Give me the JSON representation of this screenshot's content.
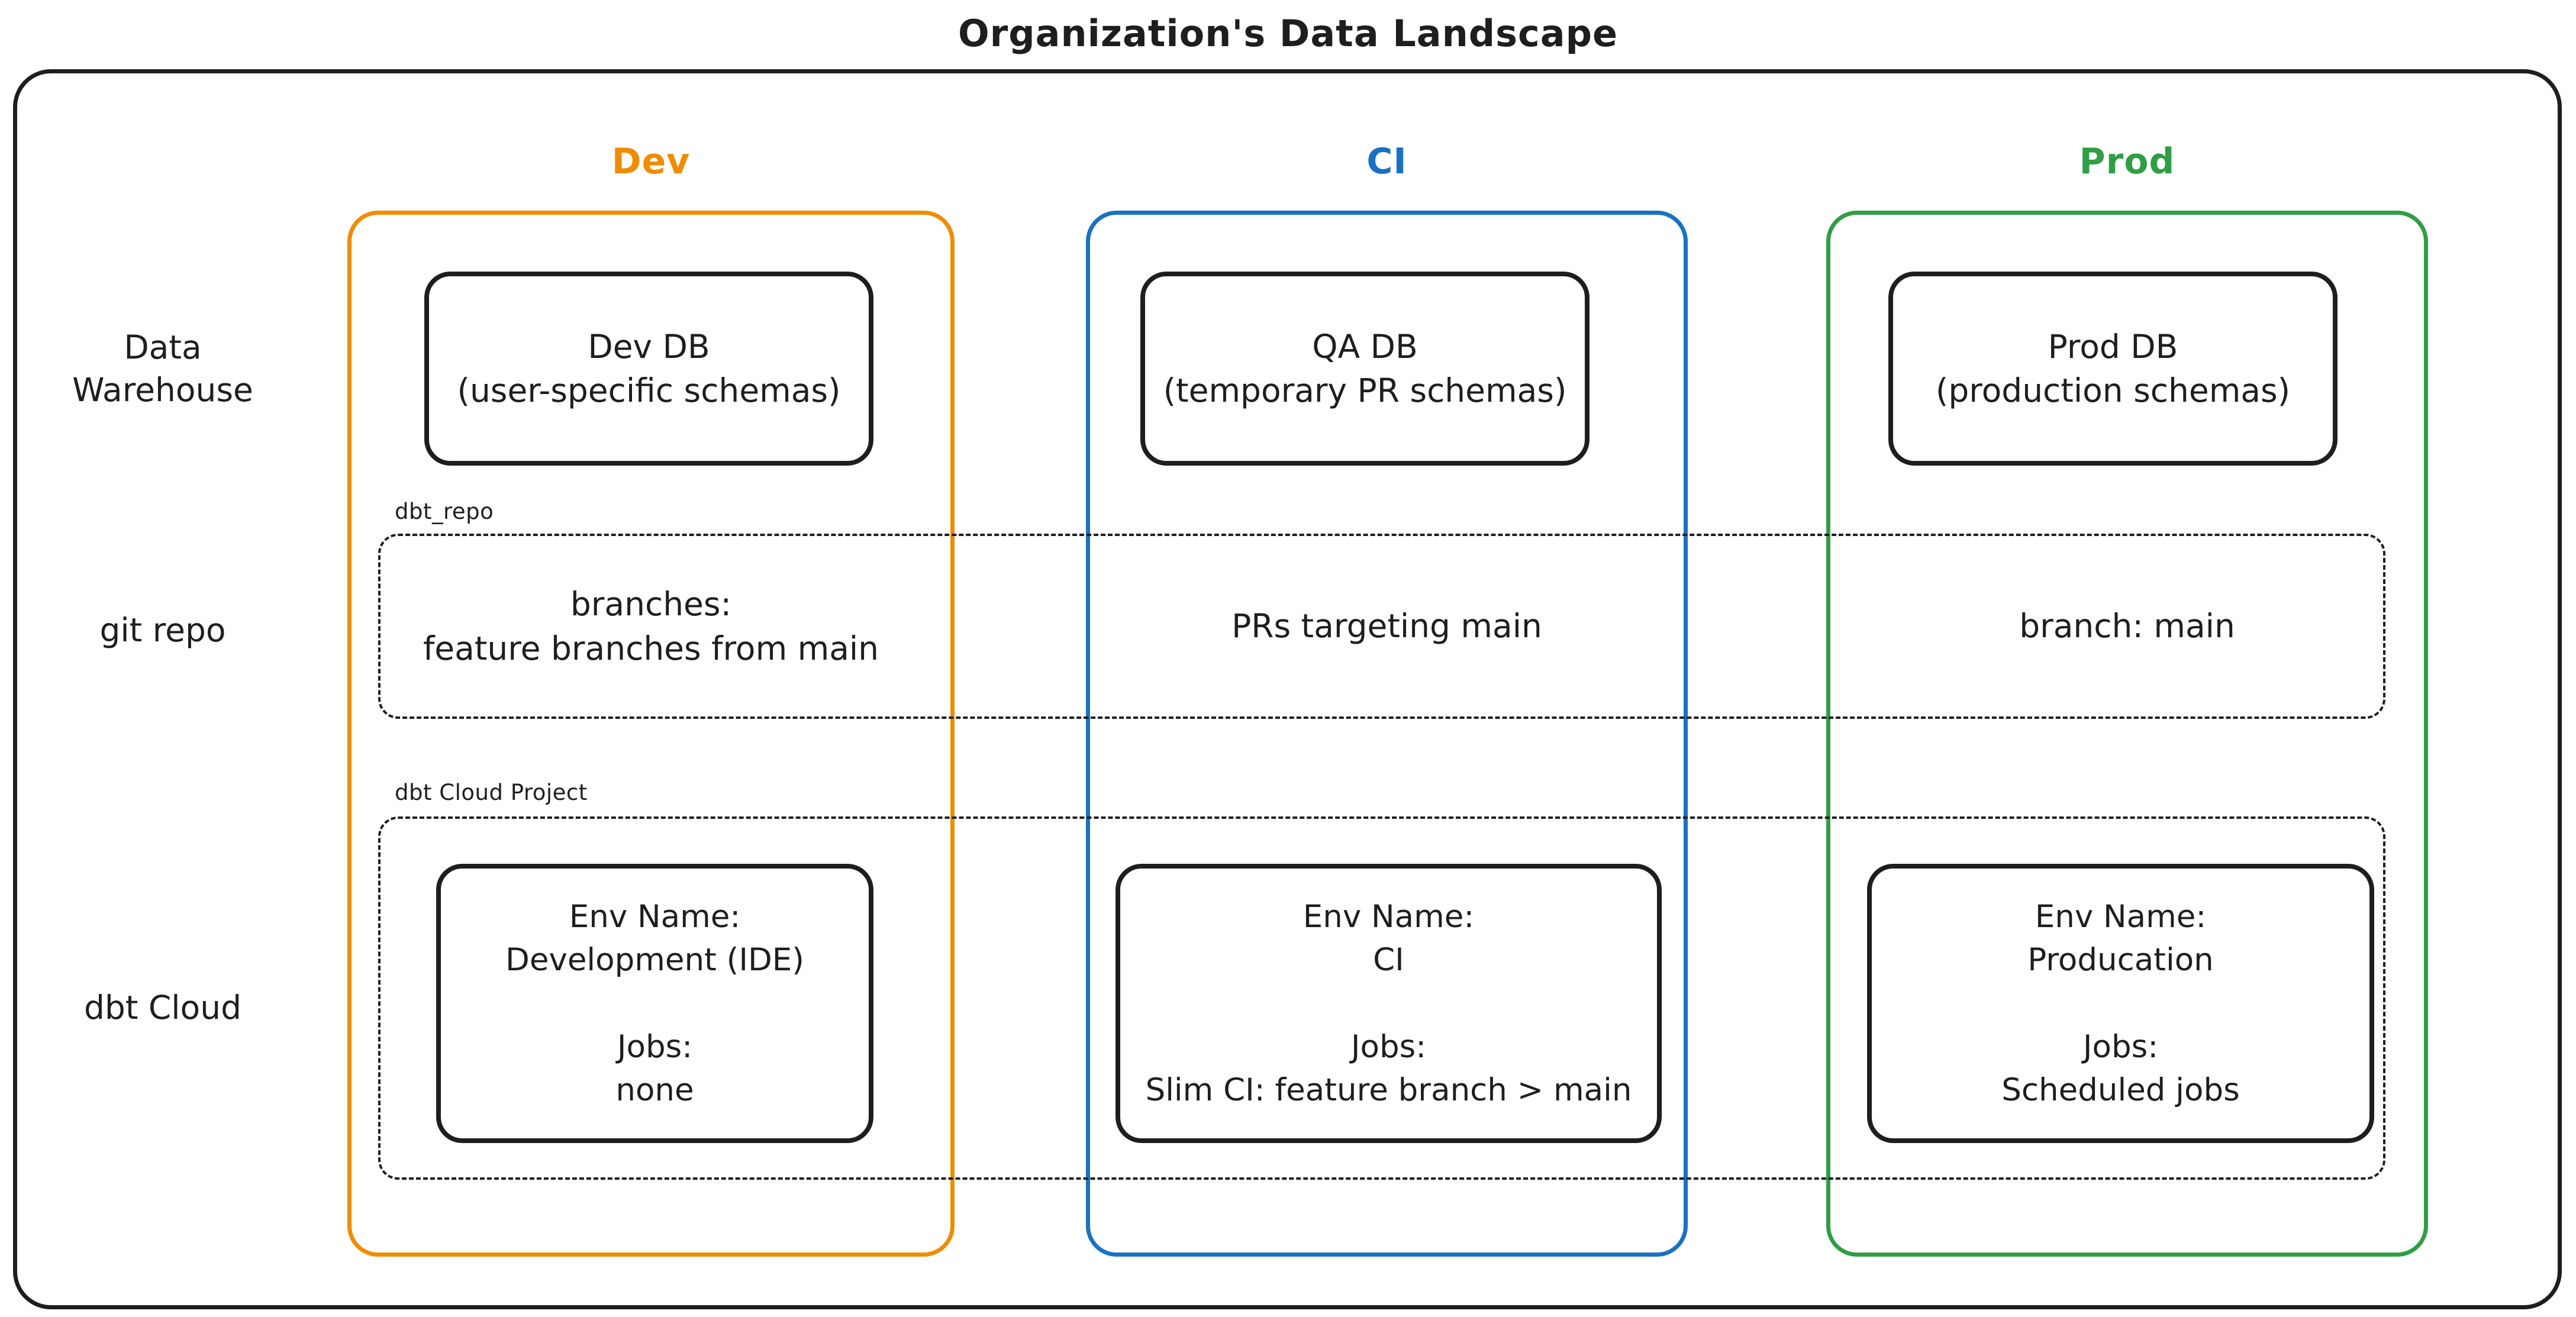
{
  "title": "Organization's Data Landscape",
  "colors": {
    "ink": "#1e1e1e",
    "dev_accent": "#f08c00",
    "ci_accent": "#1971c2",
    "prod_accent": "#2f9e44",
    "background": "#ffffff"
  },
  "rows": {
    "warehouse": "Data\nWarehouse",
    "git": "git repo",
    "dbt": "dbt Cloud"
  },
  "groups": {
    "repo_label": "dbt_repo",
    "cloud_label": "dbt Cloud Project"
  },
  "columns": {
    "dev": {
      "header": "Dev",
      "db": "Dev DB\n(user-specific schemas)",
      "git": "branches:\nfeature branches from main",
      "env": "Env Name:\nDevelopment (IDE)\n\nJobs:\nnone"
    },
    "ci": {
      "header": "CI",
      "db": "QA DB\n(temporary PR schemas)",
      "git": "PRs targeting main",
      "env": "Env Name:\nCI\n\nJobs:\nSlim CI: feature branch > main"
    },
    "prod": {
      "header": "Prod",
      "db": "Prod DB\n(production schemas)",
      "git": "branch: main",
      "env": "Env Name:\nProducation\n\nJobs:\nScheduled jobs"
    }
  }
}
